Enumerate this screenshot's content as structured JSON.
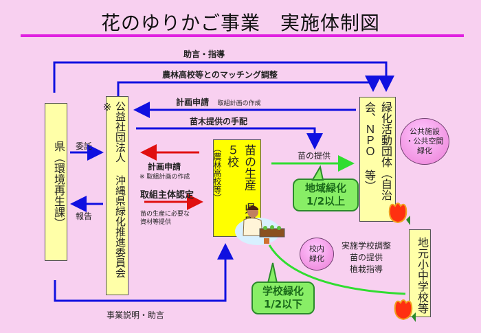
{
  "title": "花のゆりかご事業　実施体制図",
  "colors": {
    "background": "#f8d0f0",
    "title_rule": "#e020e0",
    "box": "#ffffa8",
    "nursery_box": "#ffff00",
    "blue_arrow": "#1010e0",
    "red_arrow": "#e01010",
    "green_arrow": "#30dd30",
    "bubble": "#88ee66"
  },
  "nodes": {
    "prefecture": "県（環境再生課）",
    "foundation": "公益社団法人 沖縄県緑化推進委員会 ※",
    "nursery_main": "苗の生産　県内５校",
    "nursery_sub": "（農林高校等）",
    "greening_group": "緑化活動団体（自治会、ＮＰＯ 等）",
    "schools": "地元小中学校等"
  },
  "circles": {
    "public": [
      "公共施設",
      "・公共空間",
      "緑化"
    ],
    "campus": [
      "校内",
      "緑化"
    ]
  },
  "arrows": {
    "advice_guidance": "助言・指導",
    "matching": "農林高校等とのマッチング調整",
    "plan_application_top": "計画申請",
    "plan_application_top_sub": "取組計画の作成",
    "seedling_arrangement": "苗木提供の手配",
    "commission": "委託",
    "report": "報告",
    "plan_application_mid": "計画申請",
    "plan_application_mid_sub": "※ 取組計画の作成",
    "certification": "取組主体認定",
    "materials": [
      "苗の生産に必要な",
      "資材等提供"
    ],
    "seedling_supply": "苗の提供",
    "school_support": [
      "実施学校調整",
      "苗の提供",
      "植栽指導"
    ],
    "explanation": "事業説明・助言"
  },
  "bubbles": {
    "community": [
      "地域緑化",
      "1/2以上"
    ],
    "school": [
      "学校緑化",
      "1/2以下"
    ]
  },
  "icons": [
    "farmer-illustration",
    "tulip-icon",
    "tulip-icon"
  ]
}
